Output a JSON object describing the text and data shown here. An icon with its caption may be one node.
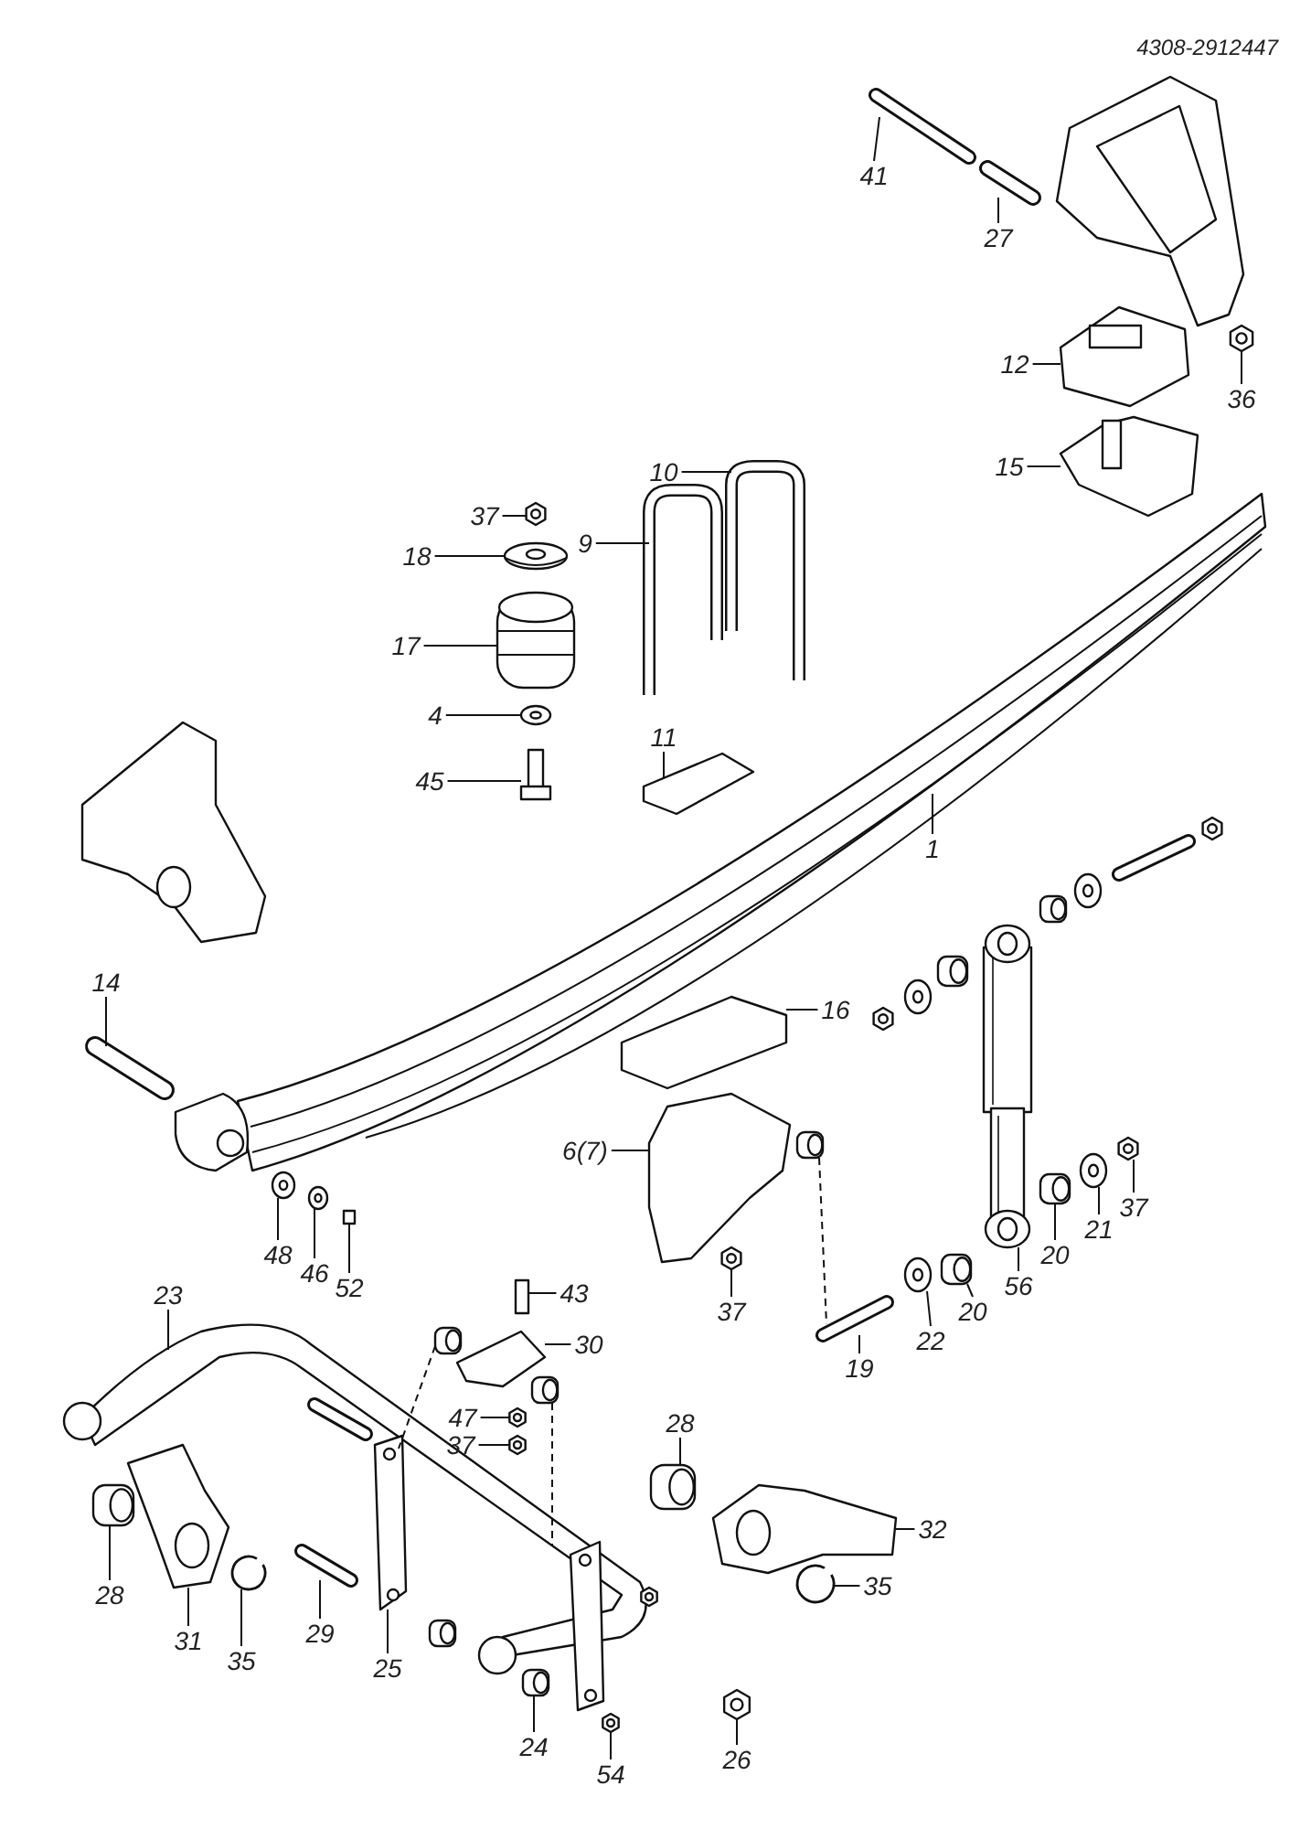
{
  "diagram": {
    "nodes": [
      {
        "text": [
          "41"
        ]
      },
      {
        "text": [
          "27"
        ]
      },
      {
        "text": [
          "12"
        ]
      },
      {
        "text": [
          "36"
        ]
      },
      {
        "text": [
          "15"
        ]
      },
      {
        "text": [
          "10"
        ]
      },
      {
        "text": [
          "37"
        ]
      },
      {
        "text": [
          "9"
        ]
      },
      {
        "text": [
          "18"
        ]
      },
      {
        "text": [
          "17"
        ]
      },
      {
        "text": [
          "4"
        ]
      },
      {
        "text": [
          "11"
        ]
      },
      {
        "text": [
          "45"
        ]
      },
      {
        "text": [
          "1"
        ]
      },
      {
        "text": [
          "14"
        ]
      },
      {
        "text": [
          "16"
        ]
      },
      {
        "text": [
          "6(7)"
        ]
      },
      {
        "text": [
          "37"
        ]
      },
      {
        "text": [
          "21"
        ]
      },
      {
        "text": [
          "20"
        ]
      },
      {
        "text": [
          "48"
        ]
      },
      {
        "text": [
          "46"
        ]
      },
      {
        "text": [
          "56"
        ]
      },
      {
        "text": [
          "52"
        ]
      },
      {
        "text": [
          "43"
        ]
      },
      {
        "text": [
          "23"
        ]
      },
      {
        "text": [
          "37"
        ]
      },
      {
        "text": [
          "20"
        ]
      },
      {
        "text": [
          "22"
        ]
      },
      {
        "text": [
          "30"
        ]
      },
      {
        "text": [
          "19"
        ]
      },
      {
        "text": [
          "47"
        ]
      },
      {
        "text": [
          "28"
        ]
      },
      {
        "text": [
          "37"
        ]
      },
      {
        "text": [
          "32"
        ]
      },
      {
        "text": [
          "35"
        ]
      },
      {
        "text": [
          "28"
        ]
      },
      {
        "text": [
          "29"
        ]
      },
      {
        "text": [
          "31"
        ]
      },
      {
        "text": [
          "35"
        ]
      },
      {
        "text": [
          "25"
        ]
      },
      {
        "text": [
          "24"
        ]
      },
      {
        "text": [
          "26"
        ]
      },
      {
        "text": [
          "54"
        ]
      },
      {
        "text": [],
        "shape": "picture"
      },
      {
        "text": [],
        "shape": "picture"
      },
      {
        "text": [],
        "shape": "picture"
      },
      {
        "text": [],
        "shape": "picture"
      },
      {
        "text": [],
        "shape": "picture"
      },
      {
        "text": [],
        "shape": "picture"
      },
      {
        "text": [],
        "shape": "picture"
      },
      {
        "text": [],
        "shape": "picture"
      },
      {
        "text": [],
        "shape": "picture"
      },
      {
        "text": [],
        "shape": "picture"
      },
      {
        "text": [],
        "shape": "picture"
      },
      {
        "text": [],
        "shape": "picture"
      },
      {
        "text": [],
        "shape": "picture"
      },
      {
        "text": [],
        "shape": "picture"
      },
      {
        "text": [],
        "shape": "picture"
      },
      {
        "text": [],
        "shape": "picture"
      },
      {
        "text": [],
        "shape": "picture"
      },
      {
        "text": [],
        "shape": "picture"
      },
      {
        "text": [],
        "shape": "picture"
      },
      {
        "text": [],
        "shape": "picture"
      },
      {
        "text": [],
        "shape": "picture"
      },
      {
        "text": [],
        "shape": "picture"
      },
      {
        "text": [],
        "shape": "picture"
      },
      {
        "text": [],
        "shape": "picture"
      },
      {
        "text": [],
        "shape": "picture"
      },
      {
        "text": [],
        "shape": "picture"
      },
      {
        "text": [],
        "shape": "picture"
      },
      {
        "text": [],
        "shape": "picture"
      },
      {
        "text": [],
        "shape": "picture"
      },
      {
        "text": [],
        "shape": "picture"
      },
      {
        "text": [],
        "shape": "picture"
      },
      {
        "text": [],
        "shape": "picture"
      },
      {
        "text": [],
        "shape": "picture"
      },
      {
        "text": [],
        "shape": "picture"
      },
      {
        "text": [],
        "shape": "picture"
      },
      {
        "text": [],
        "shape": "picture"
      },
      {
        "text": [],
        "shape": "picture"
      },
      {
        "text": [],
        "shape": "picture"
      },
      {
        "text": [],
        "shape": "picture"
      },
      {
        "text": [],
        "shape": "picture"
      },
      {
        "text": [],
        "shape": "picture"
      },
      {
        "text": [],
        "shape": "picture"
      },
      {
        "text": [],
        "shape": "picture"
      },
      {
        "text": [],
        "shape": "picture"
      },
      {
        "text": [],
        "shape": "picture"
      },
      {
        "text": [],
        "shape": "picture"
      },
      {
        "text": [],
        "shape": "picture"
      },
      {
        "text": [],
        "shape": "picture"
      },
      {
        "text": [],
        "shape": "picture"
      },
      {
        "text": [],
        "shape": "picture"
      },
      {
        "text": [],
        "shape": "picture"
      },
      {
        "text": [],
        "shape": "picture"
      },
      {
        "text": [],
        "shape": "picture"
      },
      {
        "text": [],
        "shape": "picture"
      },
      {
        "text": [],
        "shape": "picture"
      },
      {
        "text": [],
        "shape": "picture"
      },
      {
        "text": [],
        "shape": "picture"
      },
      {
        "text": [],
        "shape": "picture"
      },
      {
        "text": [],
        "shape": "picture"
      },
      {
        "text": [],
        "shape": "picture"
      },
      {
        "text": [],
        "shape": "picture"
      }
    ],
    "edges": [
      {
        "from": 0,
        "to": 44,
        "arrow": "none"
      },
      {
        "from": 1,
        "to": 45,
        "arrow": "none"
      },
      {
        "from": 2,
        "to": 46,
        "arrow": "none"
      },
      {
        "from": 3,
        "to": 47,
        "arrow": "none"
      },
      {
        "from": 4,
        "to": 48,
        "arrow": "none"
      },
      {
        "from": 5,
        "to": 49,
        "arrow": "none"
      },
      {
        "from": 6,
        "to": 50,
        "arrow": "none"
      },
      {
        "from": 7,
        "to": 51,
        "arrow": "none"
      },
      {
        "from": 8,
        "to": 52,
        "arrow": "none"
      },
      {
        "from": 9,
        "to": 53,
        "arrow": "none"
      },
      {
        "from": 10,
        "to": 54,
        "arrow": "none"
      },
      {
        "from": 11,
        "to": 55,
        "arrow": "none"
      },
      {
        "from": 12,
        "to": 56,
        "arrow": "none"
      },
      {
        "from": 13,
        "to": 57,
        "arrow": "none"
      },
      {
        "from": 14,
        "to": 58,
        "arrow": "none"
      },
      {
        "from": 15,
        "to": 59,
        "arrow": "none"
      },
      {
        "from": 16,
        "to": 60,
        "arrow": "none"
      },
      {
        "from": 17,
        "to": 61,
        "arrow": "none"
      },
      {
        "from": 18,
        "to": 62,
        "arrow": "none"
      },
      {
        "from": 19,
        "to": 63,
        "arrow": "none"
      },
      {
        "from": 20,
        "to": 64,
        "arrow": "none"
      },
      {
        "from": 21,
        "to": 65,
        "arrow": "none"
      },
      {
        "from": 22,
        "to": 66,
        "arrow": "none"
      },
      {
        "from": 23,
        "to": 67,
        "arrow": "none"
      },
      {
        "from": 24,
        "to": 68,
        "arrow": "none"
      },
      {
        "from": 25,
        "to": 69,
        "arrow": "none"
      },
      {
        "from": 26,
        "to": 70,
        "arrow": "none"
      },
      {
        "from": 27,
        "to": 71,
        "arrow": "none"
      },
      {
        "from": 28,
        "to": 72,
        "arrow": "none"
      },
      {
        "from": 29,
        "to": 73,
        "arrow": "none"
      },
      {
        "from": 30,
        "to": 74,
        "arrow": "none"
      },
      {
        "from": 31,
        "to": 75,
        "arrow": "none"
      },
      {
        "from": 32,
        "to": 76,
        "arrow": "none"
      },
      {
        "from": 33,
        "to": 77,
        "arrow": "none"
      },
      {
        "from": 34,
        "to": 78,
        "arrow": "none"
      },
      {
        "from": 35,
        "to": 79,
        "arrow": "none"
      },
      {
        "from": 36,
        "to": 80,
        "arrow": "none"
      },
      {
        "from": 37,
        "to": 81,
        "arrow": "none"
      },
      {
        "from": 38,
        "to": 82,
        "arrow": "none"
      },
      {
        "from": 39,
        "to": 83,
        "arrow": "none"
      },
      {
        "from": 40,
        "to": 84,
        "arrow": "none"
      },
      {
        "from": 41,
        "to": 85,
        "arrow": "none"
      },
      {
        "from": 42,
        "to": 86,
        "arrow": "none"
      },
      {
        "from": 43,
        "to": 87,
        "arrow": "none"
      },
      {
        "from": 90,
        "to": 74,
        "arrow": "none",
        "style": "dashed"
      },
      {
        "from": 99,
        "to": 69,
        "arrow": "none",
        "style": "dashed"
      },
      {
        "from": 98,
        "to": 84,
        "arrow": "none",
        "style": "dashed"
      }
    ],
    "labels": [
      "4308-2912447"
    ]
  }
}
